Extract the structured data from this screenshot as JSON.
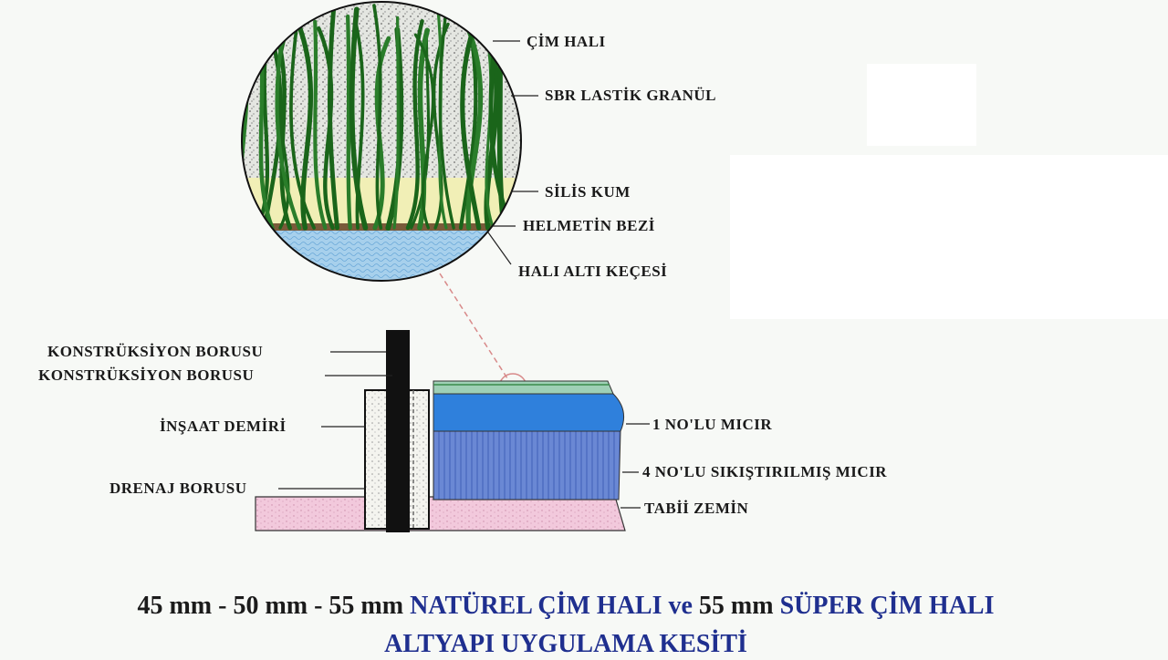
{
  "labels": {
    "cim_hali": "ÇİM HALI",
    "sbr": "SBR LASTİK GRANÜL",
    "silis": "SİLİS KUM",
    "helmetin": "HELMETİN BEZİ",
    "keçe": "HALI ALTI KEÇESİ",
    "konstruksiyon_1": "KONSTRÜKSİYON BORUSU",
    "konstruksiyon_2": "KONSTRÜKSİYON BORUSU",
    "insaat": "İNŞAAT DEMİRİ",
    "drenaj": "DRENAJ BORUSU",
    "micir_1": "1 NO'LU MICIR",
    "micir_4": "4 NO'LU SIKIŞTIRILMIŞ MICIR",
    "tabii": "TABİİ ZEMİN"
  },
  "caption": {
    "line1_size": "45  mm - 50 mm - 55 mm",
    "line1_a": "NATÜREL ÇİM HALI ve",
    "line1_b": "55 mm",
    "line1_c": "SÜPER ÇİM HALI",
    "line2": "ALTYAPI UYGULAMA KESİTİ"
  },
  "colors": {
    "grass": "#1e6b1e",
    "granule": "#d9dcd6",
    "sand": "#f0eeb4",
    "felt": "#9ecbe8",
    "gravel_1": "#2a7ad8",
    "gravel_4": "#5d7fd0",
    "soil": "#f2c8dc",
    "pipe": "#111111",
    "caption_blue": "#1f2f8f"
  }
}
